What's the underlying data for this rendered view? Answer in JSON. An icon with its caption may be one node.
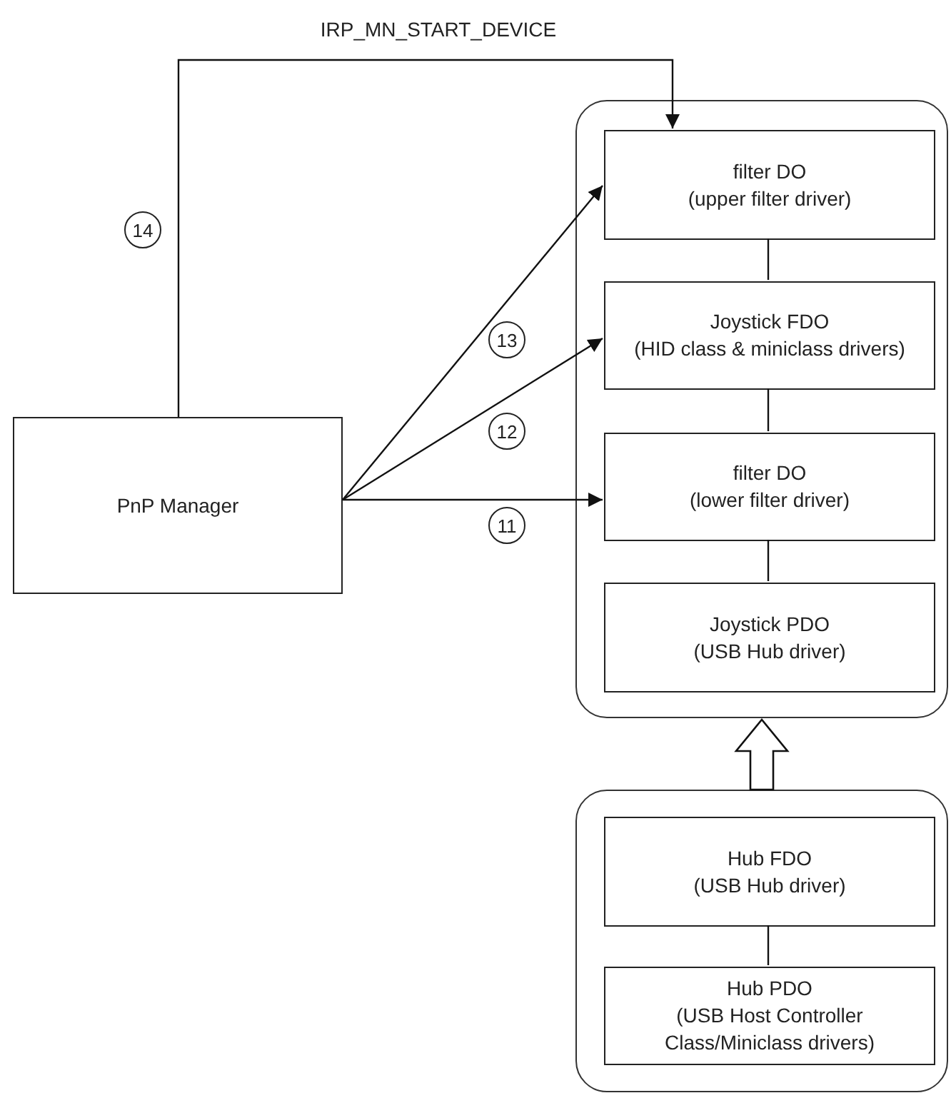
{
  "diagram": {
    "nodes": [
      {
        "text": [
          "PnP Manager"
        ]
      },
      {
        "text": [],
        "shape": "box"
      },
      {
        "text": [
          "filter DO",
          "(upper filter driver)"
        ],
        "in": 1
      },
      {
        "text": [
          "Joystick FDO",
          "(HID class & miniclass drivers)"
        ],
        "in": 1
      },
      {
        "text": [
          "filter DO",
          "(lower filter driver)"
        ],
        "in": 1
      },
      {
        "text": [
          "Joystick PDO",
          "(USB Hub driver)"
        ],
        "in": 1
      },
      {
        "text": [],
        "shape": "box"
      },
      {
        "text": [
          "Hub FDO",
          "(USB Hub driver)"
        ],
        "in": 6
      },
      {
        "text": [
          "Hub PDO",
          "(USB Host Controller Class/Miniclass drivers)"
        ],
        "in": 6
      }
    ],
    "edges": [
      {
        "from": 0,
        "to": 2,
        "arrow": "to",
        "label": "14"
      },
      {
        "from": 0,
        "to": 2,
        "arrow": "to",
        "label": "13"
      },
      {
        "from": 0,
        "to": 3,
        "arrow": "to",
        "label": "12"
      },
      {
        "from": 0,
        "to": 4,
        "arrow": "to",
        "label": "11"
      },
      {
        "from": 2,
        "to": 3,
        "arrow": "none"
      },
      {
        "from": 3,
        "to": 4,
        "arrow": "none"
      },
      {
        "from": 4,
        "to": 5,
        "arrow": "none"
      },
      {
        "from": 7,
        "to": 8,
        "arrow": "none"
      },
      {
        "from": 6,
        "to": 1,
        "arrow": "to",
        "style": "thick"
      }
    ],
    "labels": [
      "IRP_MN_START_DEVICE"
    ]
  }
}
